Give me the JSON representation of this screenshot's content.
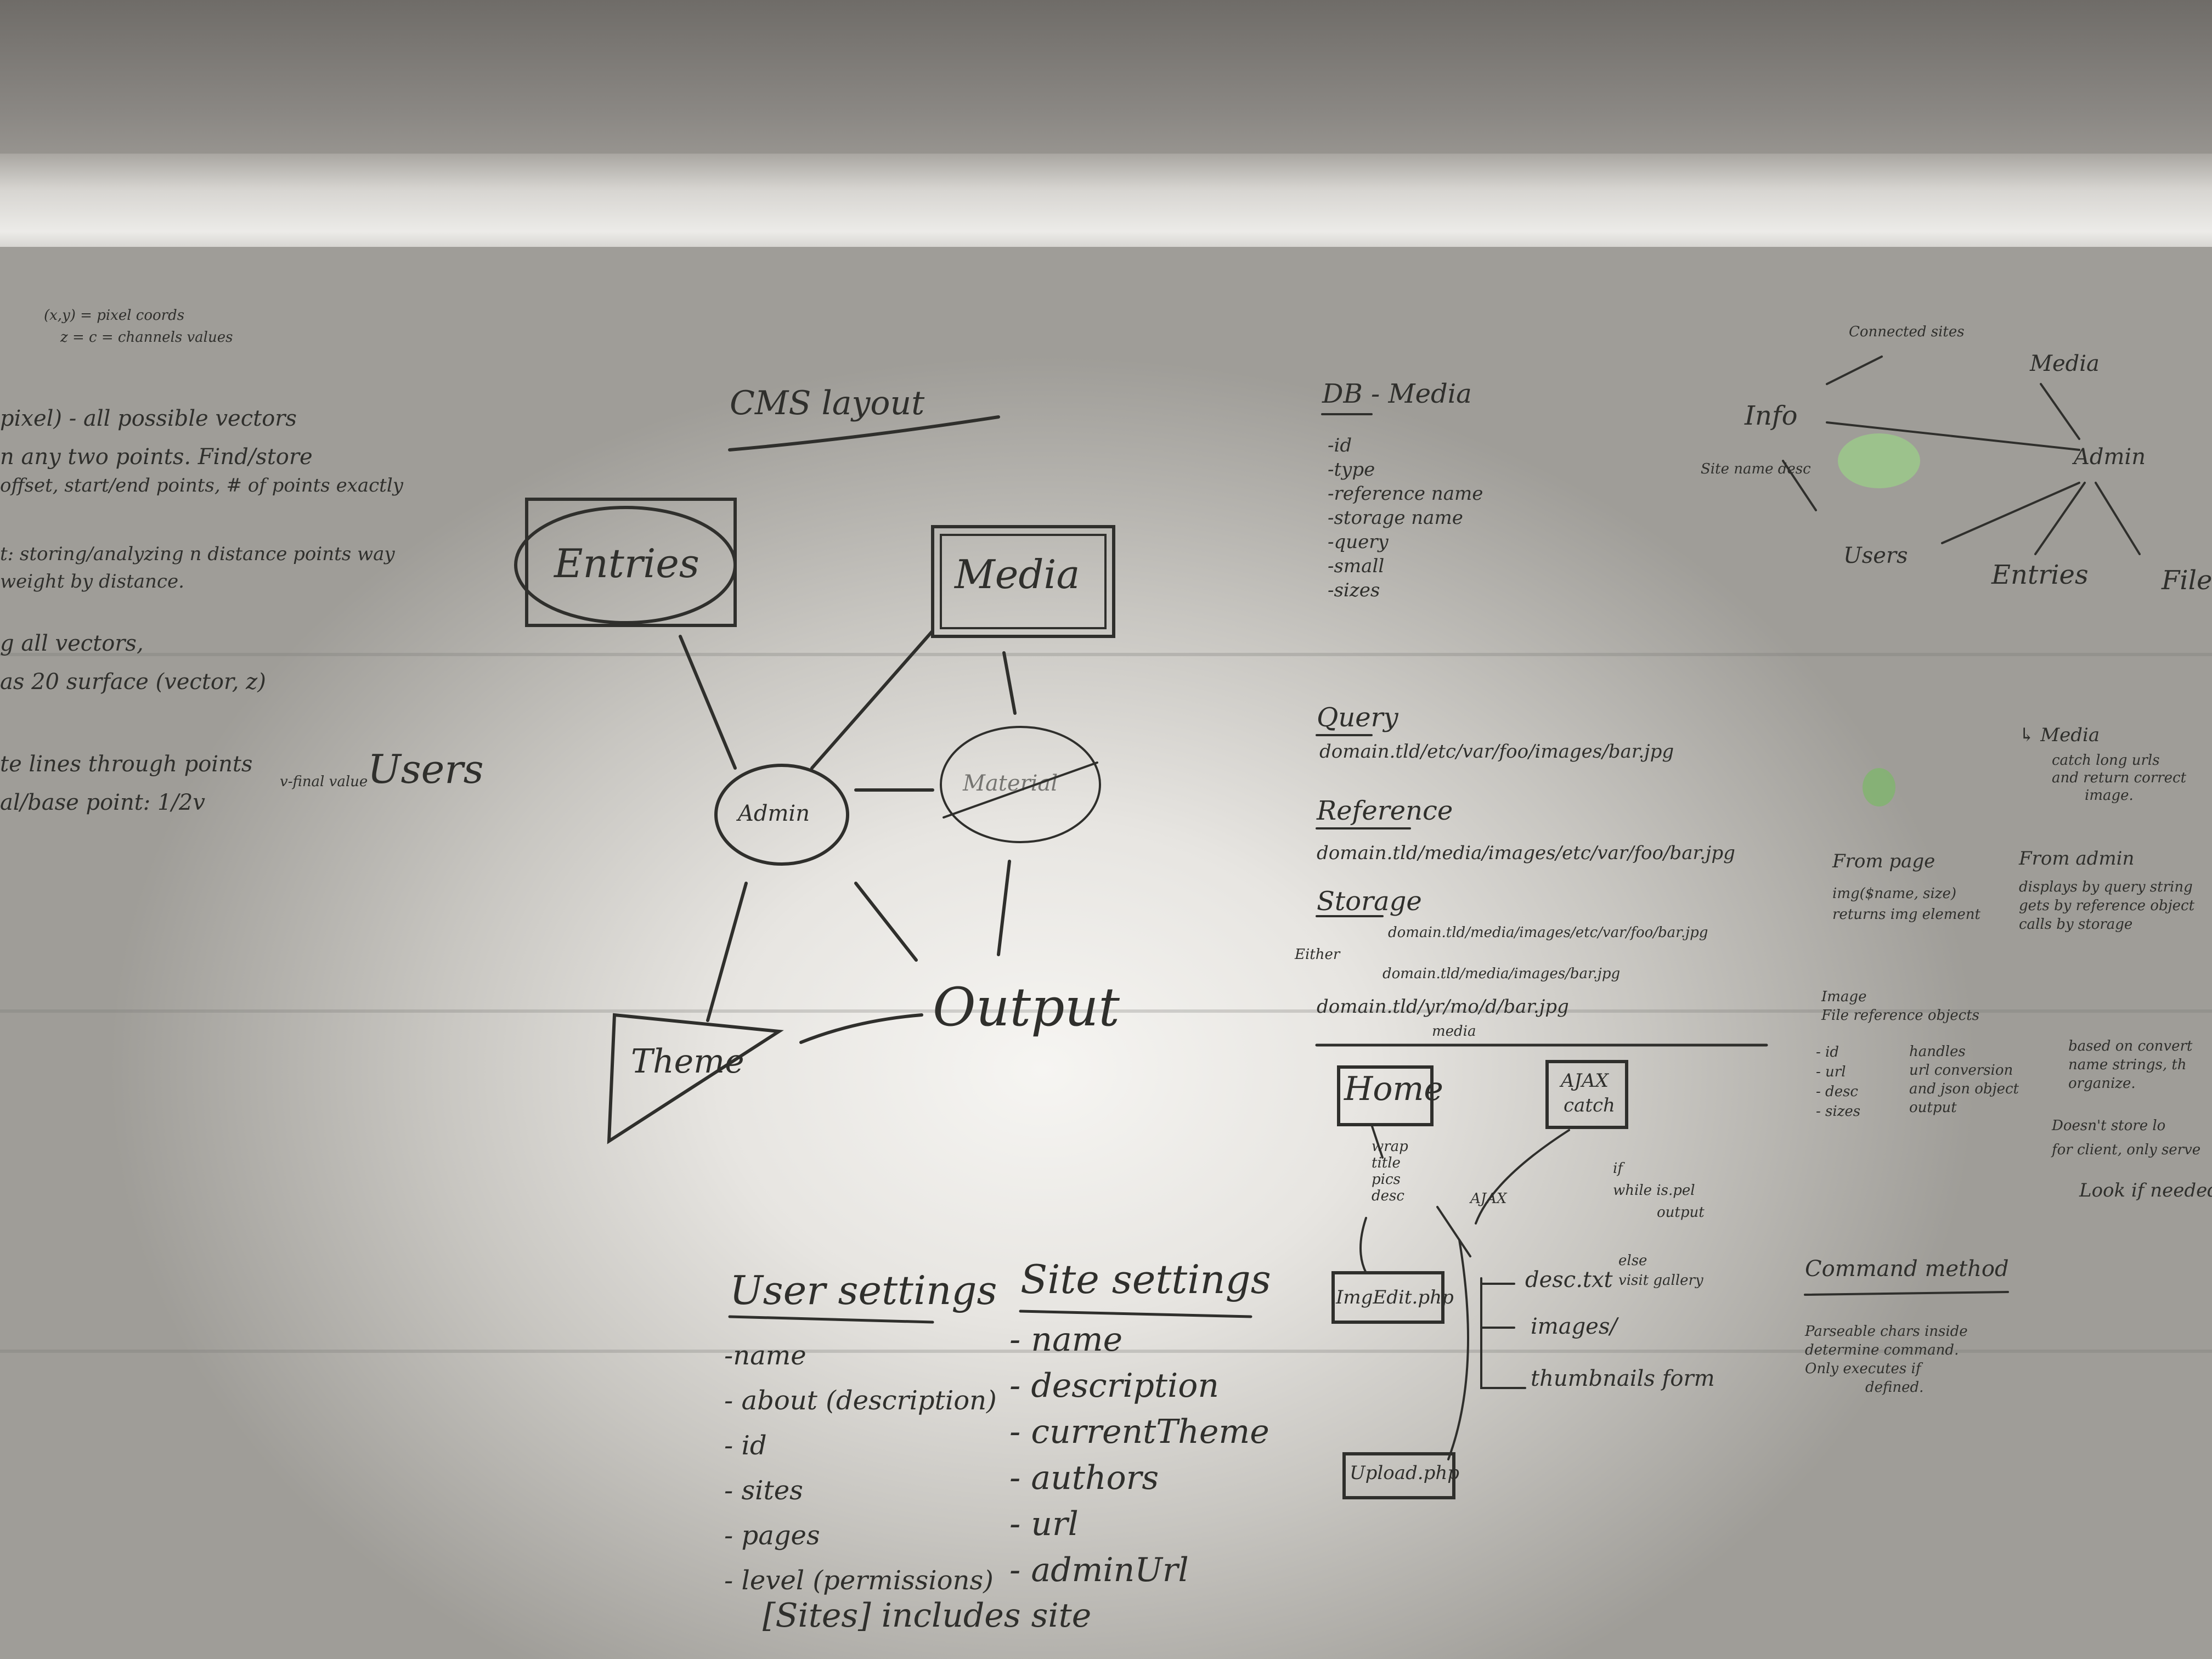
{
  "far_left_notes": {
    "line1": "(x,y) = pixel coords",
    "line2": "z = c = channels values",
    "line3": "pixel) - all possible vectors",
    "line4": "n any two points. Find/store",
    "line5": "offset, start/end points, # of points exactly",
    "line6": "t: storing/analyzing n distance points way",
    "line7": "weight by distance.",
    "line8": "g all vectors,",
    "line9": "as 20 surface (vector, z)",
    "line10": "te lines through points",
    "line11": "al/base point: 1/2v",
    "line12": "v-final value",
    "line13": "Users"
  },
  "cms_layout": {
    "title": "CMS layout",
    "entries": "Entries",
    "media": "Media",
    "admin": "Admin",
    "material": "Material",
    "theme": "Theme",
    "output": "Output"
  },
  "db_media": {
    "title": "DB - Media",
    "fields": [
      "-id",
      "-type",
      "-reference name",
      "-storage name",
      "-query",
      "-small",
      "-sizes"
    ]
  },
  "query_block": {
    "query_label": "Query",
    "query_value": "domain.tld/etc/var/foo/images/bar.jpg",
    "reference_label": "Reference",
    "reference_value": "domain.tld/media/images/etc/var/foo/bar.jpg",
    "storage_label": "Storage",
    "either": "Either",
    "storage1": "domain.tld/media/images/etc/var/foo/bar.jpg",
    "storage2": "domain.tld/media/images/bar.jpg",
    "storage3": "domain.tld/yr/mo/d/bar.jpg",
    "storage3_sub": "media"
  },
  "ajax_flow": {
    "home": "Home",
    "ajax_catch": [
      "AJAX",
      "catch"
    ],
    "wrap": [
      "wrap",
      "title",
      "pics",
      "desc"
    ],
    "ajax_label": "AJAX",
    "if_block": [
      "if",
      "while is.pel",
      "output"
    ],
    "else_block": [
      "else",
      "visit gallery"
    ],
    "img_edit": "ImgEdit.php",
    "desc_txt": "desc.txt",
    "images": "images/",
    "thumbs": "thumbnails form",
    "upload": "Upload.php"
  },
  "user_settings": {
    "title": "User settings",
    "items": [
      "-name",
      "- about (description)",
      "- id",
      "- sites",
      "- pages",
      "- level (permissions)"
    ],
    "footer": "[Sites] includes site"
  },
  "site_settings": {
    "title": "Site settings",
    "items": [
      "- name",
      "- description",
      "- currentTheme",
      "- authors",
      "- url",
      "- adminUrl"
    ]
  },
  "top_right": {
    "connected": "Connected sites",
    "media": "Media",
    "info": "Info",
    "site_name": "Site name desc",
    "admin": "Admin",
    "users": "Users",
    "entries": "Entries",
    "file": "File"
  },
  "right_notes": {
    "media_heading": "↳ Media",
    "media_text": [
      "catch long urls",
      "and return correct",
      "image."
    ],
    "from_page": "From page",
    "from_page_text": [
      "img($name, size)",
      "returns img element"
    ],
    "from_admin": "From admin",
    "from_admin_text": [
      "displays by query string",
      "gets by reference object",
      "calls by storage"
    ],
    "file_ref": [
      "Image",
      "File reference objects"
    ],
    "file_ref_fields": [
      "- id",
      "- url",
      "- desc",
      "- sizes"
    ],
    "file_ref_handles": [
      "handles",
      "url conversion",
      "and json object",
      "output"
    ],
    "based_on": [
      "based on convert",
      "name strings, th",
      "organize."
    ],
    "dont_store": [
      "Doesn't store lo",
      "for client, only serve"
    ],
    "look_if": "Look if needed",
    "command_method": "Command method",
    "command_text": [
      "Parseable chars inside",
      "determine command.",
      "Only executes if",
      "defined."
    ]
  }
}
